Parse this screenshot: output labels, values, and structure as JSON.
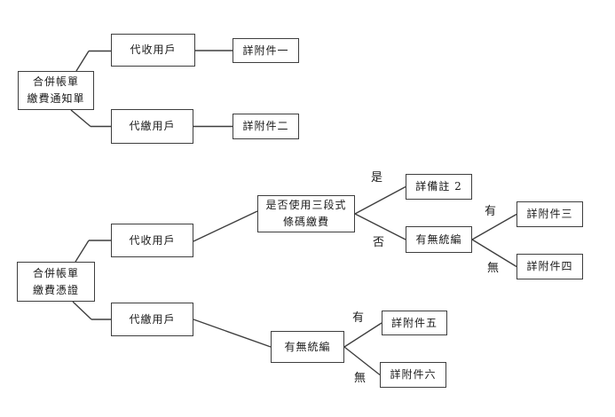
{
  "diagram": {
    "background_color": "#ffffff",
    "line_color": "#3e3e3e",
    "text_color": "#1b1b1b"
  },
  "tree1": {
    "root": {
      "line1": "合併帳單",
      "line2": "繳費通知單"
    },
    "collect_user": "代收用戶",
    "pay_user": "代繳用戶",
    "attachment1": "詳附件一",
    "attachment2": "詳附件二"
  },
  "tree2": {
    "root": {
      "line1": "合併帳單",
      "line2": "繳費憑證"
    },
    "collect_user": "代收用戶",
    "pay_user": "代繳用戶",
    "barcode_question": {
      "line1": "是否使用三段式",
      "line2": "條碼繳費"
    },
    "note2": "詳備註 2",
    "tax_id_question_upper": "有無統編",
    "tax_id_question_lower": "有無統編",
    "attachment3": "詳附件三",
    "attachment4": "詳附件四",
    "attachment5": "詳附件五",
    "attachment6": "詳附件六",
    "labels": {
      "yes": "是",
      "no": "否",
      "has_upper": "有",
      "none_upper": "無",
      "has_lower": "有",
      "none_lower": "無"
    }
  }
}
